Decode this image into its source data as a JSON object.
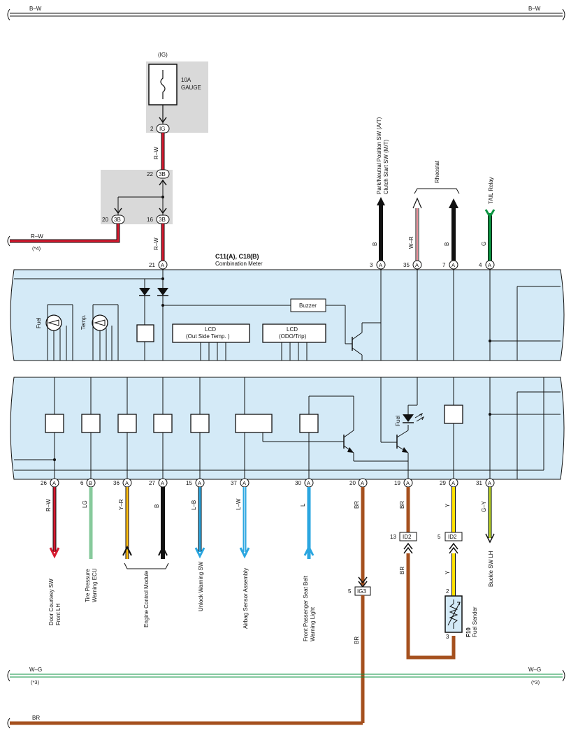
{
  "bus": {
    "bw_left": "B–W",
    "bw_right": "B–W",
    "wg_left": "W–G",
    "wg_right": "W–G",
    "wg_note_left": "(*3)",
    "wg_note_right": "(*3)",
    "br": "BR"
  },
  "fuse": {
    "ig_label": "(IG)",
    "rating": "10A",
    "name": "GAUGE",
    "pin": "2",
    "conn": "IG"
  },
  "junction": {
    "pin_top": "22",
    "pin_left": "20",
    "pin_right": "16",
    "conn": "3B"
  },
  "left_wire": {
    "color": "R–W",
    "note": "(*4)"
  },
  "wires_top": {
    "fuse_out": "R–W",
    "jb_out": "R–W"
  },
  "meter": {
    "title": "C11(A), C18(B)",
    "subtitle": "Combination Meter",
    "fuel": "Fuel",
    "temp": "Temp.",
    "buzzer": "Buzzer",
    "lcd1_line1": "LCD",
    "lcd1_line2": "(Out Side Temp. )",
    "lcd2_line1": "LCD",
    "lcd2_line2": "(ODO/Trip)",
    "fuel_lamp": "Fuel"
  },
  "top_pins": [
    {
      "num": "21",
      "conn": "A"
    },
    {
      "num": "3",
      "conn": "A",
      "wire": "B",
      "dest1": "Park/Neutral Position SW (A/T)",
      "dest2": "Clutch Start SW (M/T)"
    },
    {
      "num": "35",
      "conn": "A",
      "wire": "W–R"
    },
    {
      "num": "7",
      "conn": "A",
      "wire": "B"
    },
    {
      "num": "4",
      "conn": "A",
      "wire": "G",
      "dest1": "TAIL Relay"
    }
  ],
  "rheostat": "Rheostat",
  "bottom_pins": [
    {
      "num": "26",
      "conn": "A",
      "wire": "R–W",
      "dest1": "Door Courtesy SW",
      "dest2": "Front LH"
    },
    {
      "num": "6",
      "conn": "B",
      "wire": "LG",
      "dest1": "Tire Pressure",
      "dest2": "Warning ECU"
    },
    {
      "num": "36",
      "conn": "A",
      "wire": "Y–R"
    },
    {
      "num": "27",
      "conn": "A",
      "wire": "B"
    },
    {
      "num": "15",
      "conn": "A",
      "wire": "L–B",
      "dest1": "Unlock Warning SW"
    },
    {
      "num": "37",
      "conn": "A",
      "wire": "L–W",
      "dest1": "Airbag Sensor Assembly"
    },
    {
      "num": "30",
      "conn": "A",
      "wire": "L",
      "dest1": "Front Passenger Seat Belt",
      "dest2": "Warning Light"
    },
    {
      "num": "20",
      "conn": "A",
      "wire": "BR"
    },
    {
      "num": "19",
      "conn": "A",
      "wire": "BR"
    },
    {
      "num": "29",
      "conn": "A",
      "wire": "Y"
    },
    {
      "num": "31",
      "conn": "A",
      "wire": "G–Y",
      "dest1": "Buckle SW LH"
    }
  ],
  "ecm": "Engine Control Module",
  "ig3": {
    "pin": "5",
    "conn": "IG3"
  },
  "id2_left": {
    "pin": "13",
    "conn": "ID2",
    "wire_below": "BR"
  },
  "id2_right": {
    "pin": "5",
    "conn": "ID2",
    "wire_below": "Y"
  },
  "ig3_wire_below": "BR",
  "sender": {
    "pin_top": "2",
    "pin_bottom": "3",
    "code": "F10",
    "name": "Fuel Sender"
  },
  "colors": {
    "meter_fill": "#d4eaf7",
    "box_fill": "#d9d9d9",
    "red": "#d7192f",
    "green": "#0b9340",
    "brown": "#a5501e",
    "yellow": "#ffe000",
    "blue": "#2aa6e0",
    "light_green": "#86c99b",
    "orange": "#f7a21b"
  }
}
